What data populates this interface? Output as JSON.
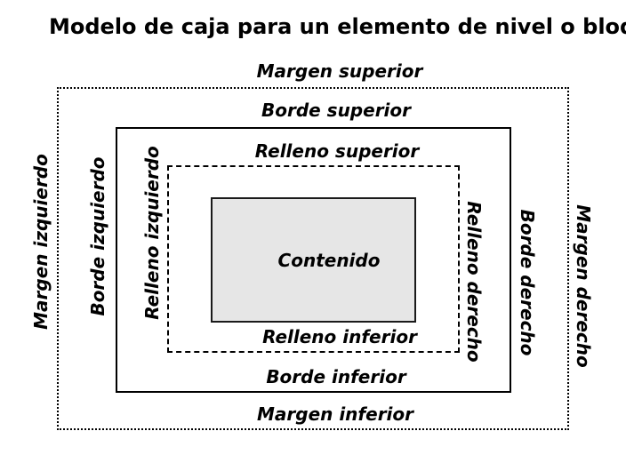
{
  "title": "Modelo de caja para un elemento de nivel o bloque",
  "diagram": {
    "type": "css-box-model",
    "labels": {
      "margin_top": "Margen superior",
      "border_top": "Borde superior",
      "padding_top": "Relleno superior",
      "content": "Contenido",
      "padding_bottom": "Relleno inferior",
      "border_bottom": "Borde inferior",
      "margin_bottom": "Margen inferior",
      "margin_left": "Margen izquierdo",
      "border_left": "Borde izquierdo",
      "padding_left": "Relleno izquierdo",
      "padding_right": "Relleno derecho",
      "border_right": "Borde derecho",
      "margin_right": "Margen derecho"
    },
    "colors": {
      "background": "#ffffff",
      "line": "#000000",
      "text": "#000000",
      "content_fill": "#e6e6e6"
    },
    "line_styles": {
      "margin_edge": "dotted",
      "border_edge": "solid",
      "padding_edge": "dashed",
      "content_edge": "solid"
    }
  }
}
